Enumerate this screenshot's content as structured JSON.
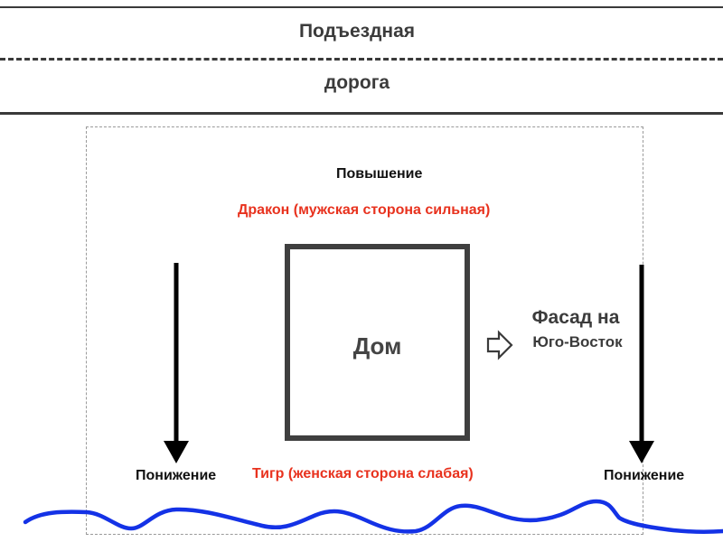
{
  "road": {
    "line1": "Подъездная",
    "line2": "дорога"
  },
  "rise": {
    "label": "Повышение"
  },
  "dragon": {
    "label": "Дракон (мужская сторона сильная)"
  },
  "house": {
    "label": "Дом"
  },
  "facade": {
    "title": "Фасад на",
    "direction": "Юго-Восток"
  },
  "descent_left": {
    "label": "Понижение"
  },
  "descent_right": {
    "label": "Понижение"
  },
  "tiger": {
    "label": "Тигр (женская сторона слабая)"
  },
  "colors": {
    "red_text": "#e8321e",
    "water": "#1432e6",
    "dark": "#3b3b3b"
  },
  "icons": {
    "facade_arrow": "hollow-right-arrow-icon",
    "slope_arrows": "down-arrow-icon",
    "water_line": "wavy-line"
  }
}
